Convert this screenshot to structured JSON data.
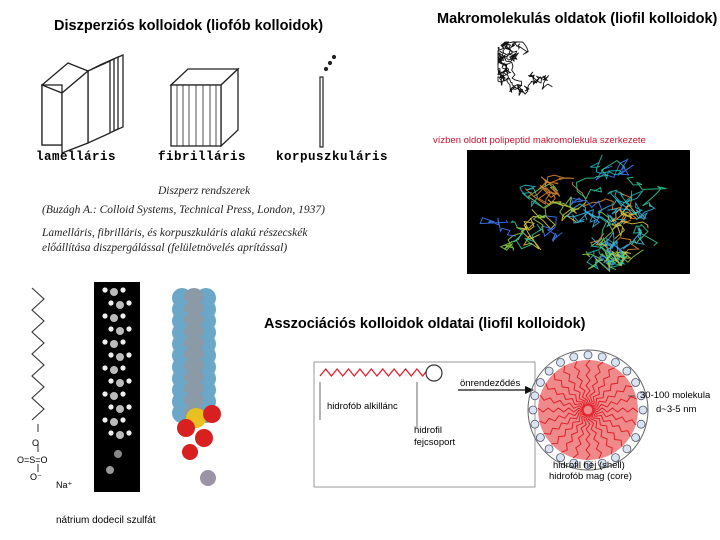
{
  "disperse": {
    "title": "Diszperziós kolloidok  (liofób kolloidok)",
    "labels": [
      "lamelláris",
      "fibrilláris",
      "korpuszkuláris"
    ],
    "caption_title": "Diszperz rendszerek",
    "caption_source": "(Buzágh A.: Colloid Systems, Technical Press, London, 1937)",
    "caption_line1": "Lamelláris, fibrilláris, és korpuszkuláris alakú részecskék",
    "caption_line2": "előállítása diszpergálással (felületnövelés aprítással)"
  },
  "macro": {
    "title": "Makromolekulás oldatok (liofil kolloidok)",
    "subtitle": "vízben oldott polipeptid makromolekula szerkezete"
  },
  "sds": {
    "caption": "nátrium dodecil szulfát",
    "o1": "O",
    "o_s_o": "O=S=O",
    "o_minus": "O⁻",
    "na": "Na⁺"
  },
  "assoc": {
    "title": "Asszociációs kolloidok oldatai (liofil kolloidok)",
    "chain_label": "hidrofób alkillánc",
    "head_label_1": "hidrofil",
    "head_label_2": "fejcsoport",
    "arrow_label": "önrendeződés",
    "shell_label": "hidrofil héj (shell)",
    "core_label": "hidrofób mag (core)",
    "count_label": "30-100 molekula",
    "size_label": "d~3-5 nm"
  },
  "colors": {
    "red_text": "#c8102e",
    "zigzag": "#e0202a",
    "micelle_core": "#f08a8a",
    "micelle_head": "#d8e4f2",
    "sds_blue": "#6aa7c8",
    "sds_red": "#d82020",
    "sds_yellow": "#e8c020"
  }
}
